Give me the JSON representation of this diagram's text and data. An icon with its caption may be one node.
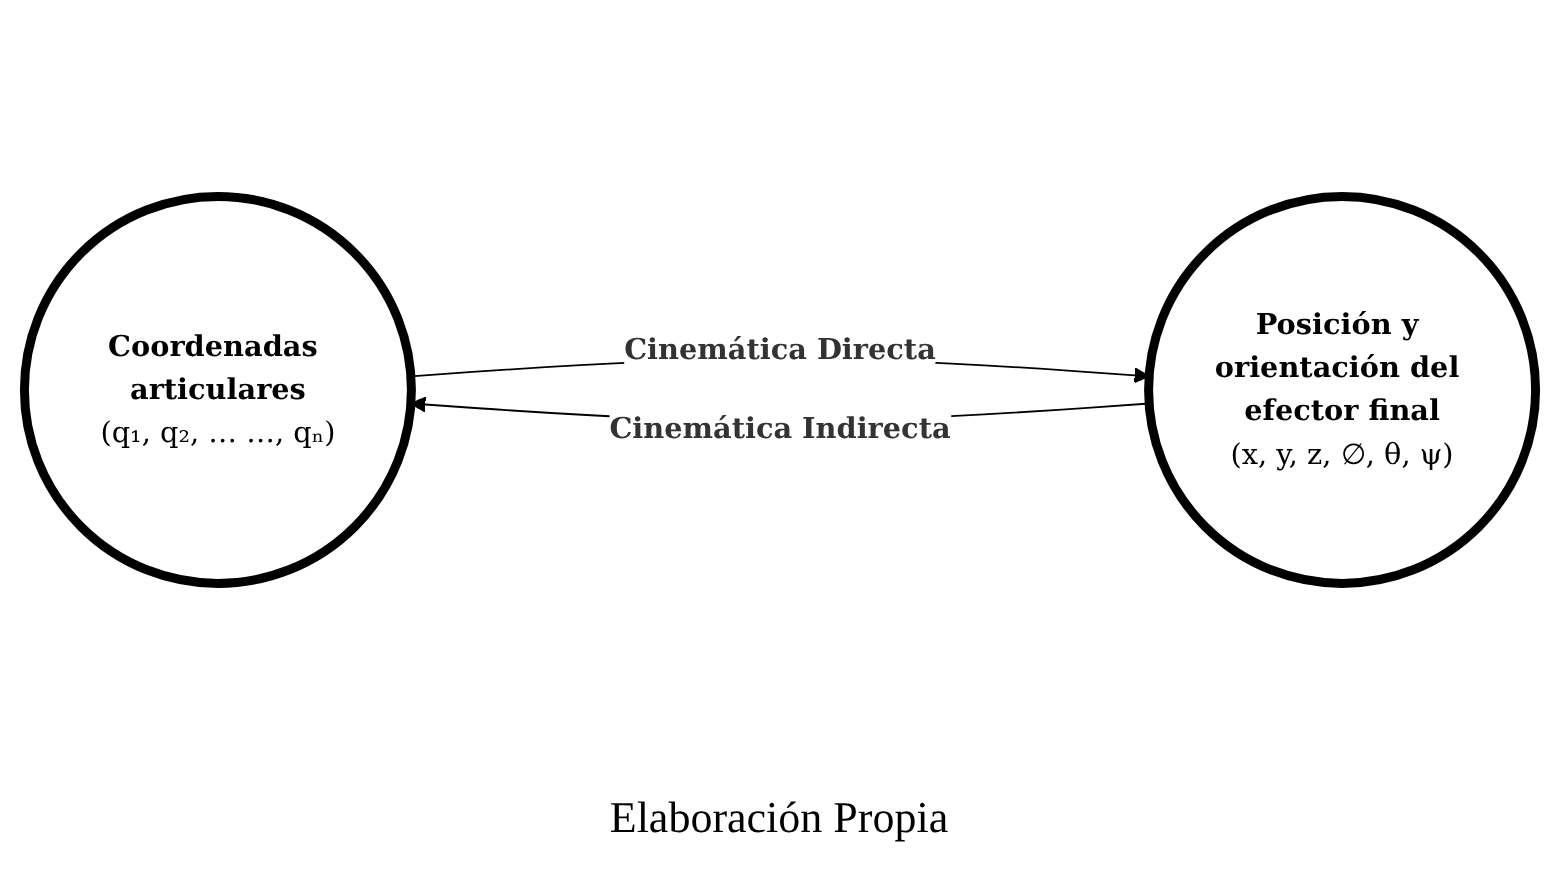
{
  "diagram": {
    "caption": "Elaboración Propia",
    "nodes": [
      {
        "text": [
          "Coordenadas articulares",
          "(q₁, q₂, … …, qₙ)"
        ]
      },
      {
        "text": [
          "Posición y orientación del efector final",
          "(x, y, z, ∅, θ, ψ)"
        ]
      }
    ],
    "edges": [
      {
        "from": 0,
        "to": 1,
        "arrow": "to",
        "label": "Cinemática Directa"
      },
      {
        "from": 1,
        "to": 0,
        "arrow": "to",
        "label": "Cinemática Indirecta"
      }
    ]
  }
}
